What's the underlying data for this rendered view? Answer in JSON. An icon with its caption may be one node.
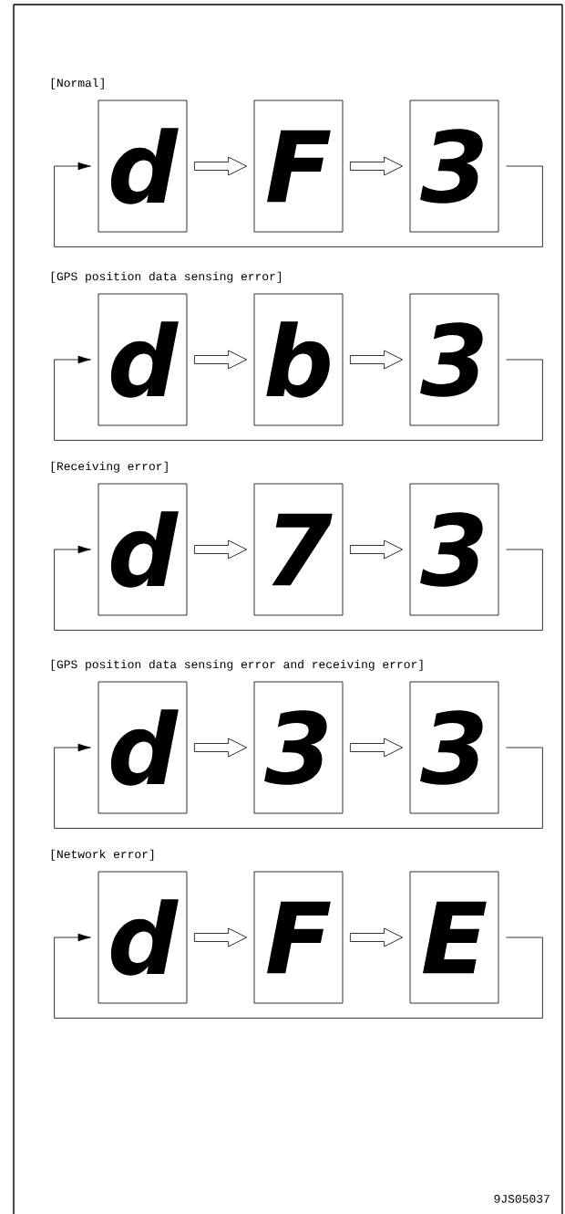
{
  "diagram": {
    "nodes": [
      {
        "text": [
          "d"
        ]
      },
      {
        "text": [
          "F"
        ]
      },
      {
        "text": [
          "3"
        ]
      },
      {
        "text": [
          "d"
        ]
      },
      {
        "text": [
          "b"
        ]
      },
      {
        "text": [
          "3"
        ]
      },
      {
        "text": [
          "d"
        ]
      },
      {
        "text": [
          "7"
        ]
      },
      {
        "text": [
          "3"
        ]
      },
      {
        "text": [
          "d"
        ]
      },
      {
        "text": [
          "3"
        ]
      },
      {
        "text": [
          "3"
        ]
      },
      {
        "text": [
          "d"
        ]
      },
      {
        "text": [
          "F"
        ]
      },
      {
        "text": [
          "E"
        ]
      }
    ],
    "edges": [
      {
        "from": 0,
        "to": 1,
        "arrow": "to"
      },
      {
        "from": 1,
        "to": 2,
        "arrow": "to"
      },
      {
        "from": 2,
        "to": 0,
        "arrow": "to"
      },
      {
        "from": 3,
        "to": 4,
        "arrow": "to"
      },
      {
        "from": 4,
        "to": 5,
        "arrow": "to"
      },
      {
        "from": 5,
        "to": 3,
        "arrow": "to"
      },
      {
        "from": 6,
        "to": 7,
        "arrow": "to"
      },
      {
        "from": 7,
        "to": 8,
        "arrow": "to"
      },
      {
        "from": 8,
        "to": 6,
        "arrow": "to"
      },
      {
        "from": 9,
        "to": 10,
        "arrow": "to"
      },
      {
        "from": 10,
        "to": 11,
        "arrow": "to"
      },
      {
        "from": 11,
        "to": 9,
        "arrow": "to"
      },
      {
        "from": 12,
        "to": 13,
        "arrow": "to"
      },
      {
        "from": 13,
        "to": 14,
        "arrow": "to"
      },
      {
        "from": 14,
        "to": 12,
        "arrow": "to"
      }
    ],
    "labels": [
      "[Normal]",
      "[GPS position data sensing error]",
      "[Receiving error]",
      "[GPS position data sensing error and receiving error]",
      "[Network error]",
      "9JS05037"
    ]
  }
}
